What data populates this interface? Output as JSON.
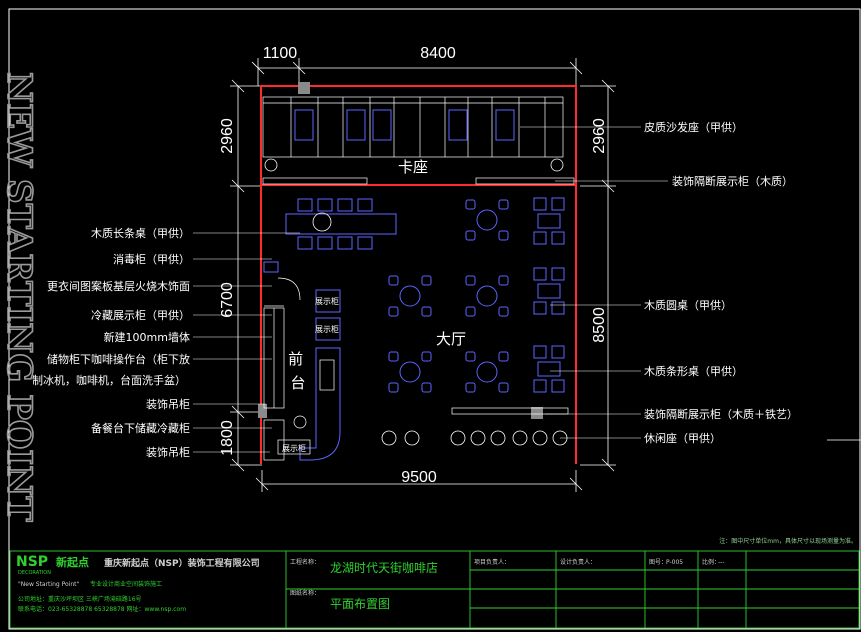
{
  "dimensions": {
    "top_left": "1100",
    "top_main": "8400",
    "left_top": "2960",
    "left_mid": "6700",
    "left_bottom": "1800",
    "right_top": "2960",
    "right_main": "8500",
    "bottom": "9500"
  },
  "rooms": {
    "booth": "卡座",
    "hall": "大厅",
    "front_desk": "前台"
  },
  "showcase_label": "展示柜",
  "left_labels": [
    "木质长条桌（甲供）",
    "消毒柜（甲供）",
    "更衣间图案板基层火烧木饰面",
    "冷藏展示柜（甲供）",
    "新建100mm墙体",
    "储物柜下咖啡操作台（柜下放",
    "制冰机，咖啡机，台面洗手盆）",
    "装饰吊柜",
    "备餐台下储藏冷藏柜",
    "装饰吊柜"
  ],
  "right_labels": [
    "皮质沙发座（甲供）",
    "装饰隔断展示柜（木质）",
    "木质圆桌（甲供）",
    "木质条形桌（甲供）",
    "装饰隔断展示柜（木质＋铁艺）",
    "休闲座（甲供）"
  ],
  "watermark": "NEW STARTING POINT",
  "note": "注：图中尺寸单位mm，具体尺寸以现场测量为准。",
  "title_block": {
    "logo": "NSP",
    "logo_cn": "新起点",
    "logo_sub": "DECORATION",
    "company": "重庆新起点（NSP）装饰工程有限公司",
    "tagline": "\"New Starting Point\"",
    "tagline_cn": "专业设计商业空间装饰施工",
    "address": "公司地址：重庆沙坪坝区 三峡广场渝碚路16号",
    "contact": "联系电话：023-65328878  65328878  网址：www.nsp.com",
    "project_label": "工程名称：",
    "project_name": "龙湖时代天街咖啡店",
    "drawing_label": "图纸名称：",
    "drawing_name": "平面布置图",
    "designer": "项目负责人：",
    "checker": "设计负责人：",
    "drawing_no_label": "图号：",
    "drawing_no": "P-005",
    "ratio_label": "比例：",
    "ratio": "---"
  },
  "colors": {
    "wall": "#ff2a2a",
    "furniture": "#5b63ff",
    "line": "#ffffff",
    "titleblock": "#2fd12f"
  }
}
